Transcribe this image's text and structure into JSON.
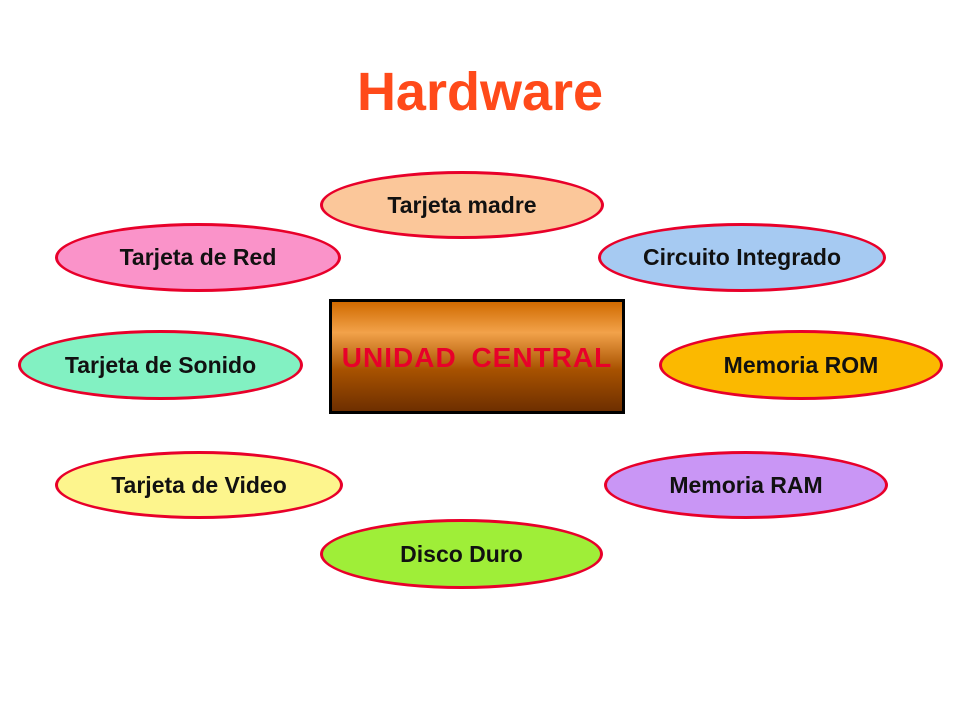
{
  "title": "Hardware",
  "center": "UNIDAD CENTRAL",
  "components": [
    {
      "label": "Tarjeta madre",
      "fill": "#fbc79a"
    },
    {
      "label": "Tarjeta de Red",
      "fill": "#fa93c9"
    },
    {
      "label": "Circuito Integrado",
      "fill": "#a6caf2"
    },
    {
      "label": "Tarjeta de Sonido",
      "fill": "#82f1c2"
    },
    {
      "label": "Memoria ROM",
      "fill": "#fbb900"
    },
    {
      "label": "Tarjeta de Video",
      "fill": "#fdf58d"
    },
    {
      "label": "Memoria RAM",
      "fill": "#c996f5"
    },
    {
      "label": "Disco Duro",
      "fill": "#9fee38"
    }
  ],
  "colors": {
    "title": "#ff4a1a",
    "center_text": "#e8002a",
    "ellipse_border": "#e8002a"
  }
}
